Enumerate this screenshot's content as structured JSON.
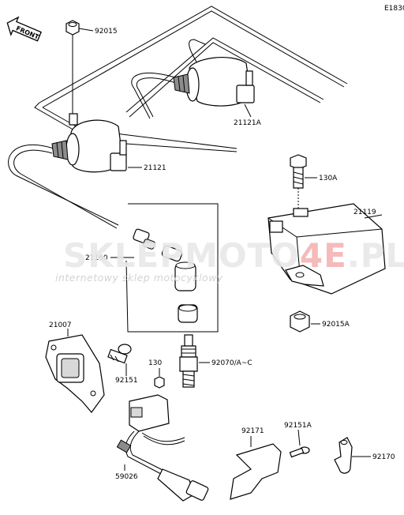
{
  "diagram_code": "E1830",
  "front_label": "FRONT",
  "watermark": {
    "prefix": "SKLEPMOTO",
    "highlight": "4E",
    "suffix": ".PL",
    "tagline": "internetowy sklep motocyklowy"
  },
  "parts": [
    {
      "id": "p-92015",
      "label": "92015"
    },
    {
      "id": "p-21121a",
      "label": "21121A"
    },
    {
      "id": "p-21121",
      "label": "21121"
    },
    {
      "id": "p-130a",
      "label": "130A"
    },
    {
      "id": "p-21119",
      "label": "21119"
    },
    {
      "id": "p-21160",
      "label": "21160"
    },
    {
      "id": "p-92015a",
      "label": "92015A"
    },
    {
      "id": "p-21007",
      "label": "21007"
    },
    {
      "id": "p-130",
      "label": "130"
    },
    {
      "id": "p-92070",
      "label": "92070/A~C"
    },
    {
      "id": "p-92151",
      "label": "92151"
    },
    {
      "id": "p-92171",
      "label": "92171"
    },
    {
      "id": "p-92151a",
      "label": "92151A"
    },
    {
      "id": "p-92170",
      "label": "92170"
    },
    {
      "id": "p-59026",
      "label": "59026"
    }
  ]
}
